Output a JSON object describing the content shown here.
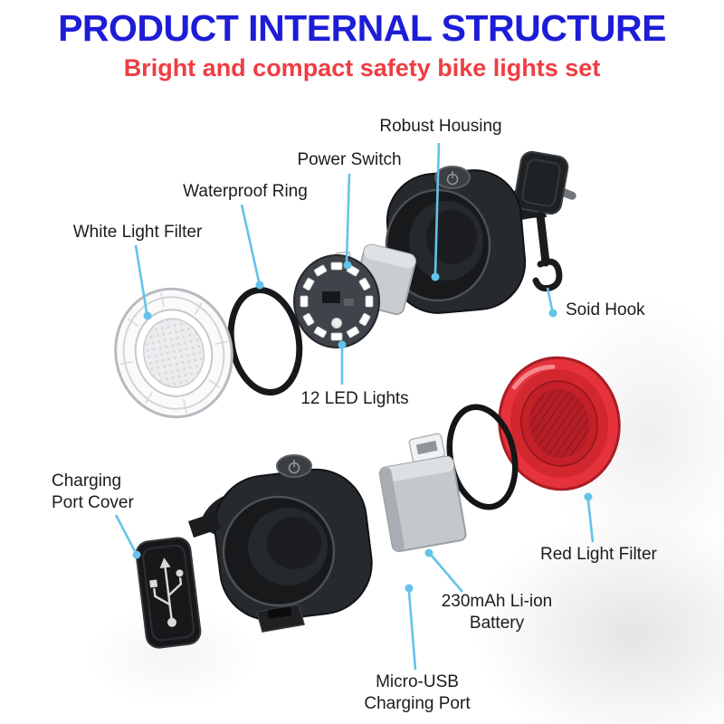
{
  "header": {
    "title": "PRODUCT INTERNAL STRUCTURE",
    "subtitle": "Bright and compact safety bike lights set"
  },
  "colors": {
    "title_blue": "#1d1dd8",
    "subtitle_red": "#ee3d43",
    "leader_blue": "#63c3e9",
    "label_text": "#1c1c1e",
    "red_lens_red": "#e5323b"
  },
  "icons": {
    "power_icon": "⏻",
    "usb_icon": "USB trident"
  },
  "diagram": {
    "labels": {
      "robust_housing": "Robust Housing",
      "power_switch": "Power Switch",
      "waterproof_ring": "Waterproof Ring",
      "white_light_filter": "White Light Filter",
      "soid_hook": "Soid Hook",
      "led_lights": "12 LED Lights",
      "charging_port_cover": "Charging Port Cover",
      "red_light_filter": "Red Light Filter",
      "battery": "230mAh Li-ion Battery",
      "micro_usb": "Micro-USB Charging Port"
    }
  }
}
